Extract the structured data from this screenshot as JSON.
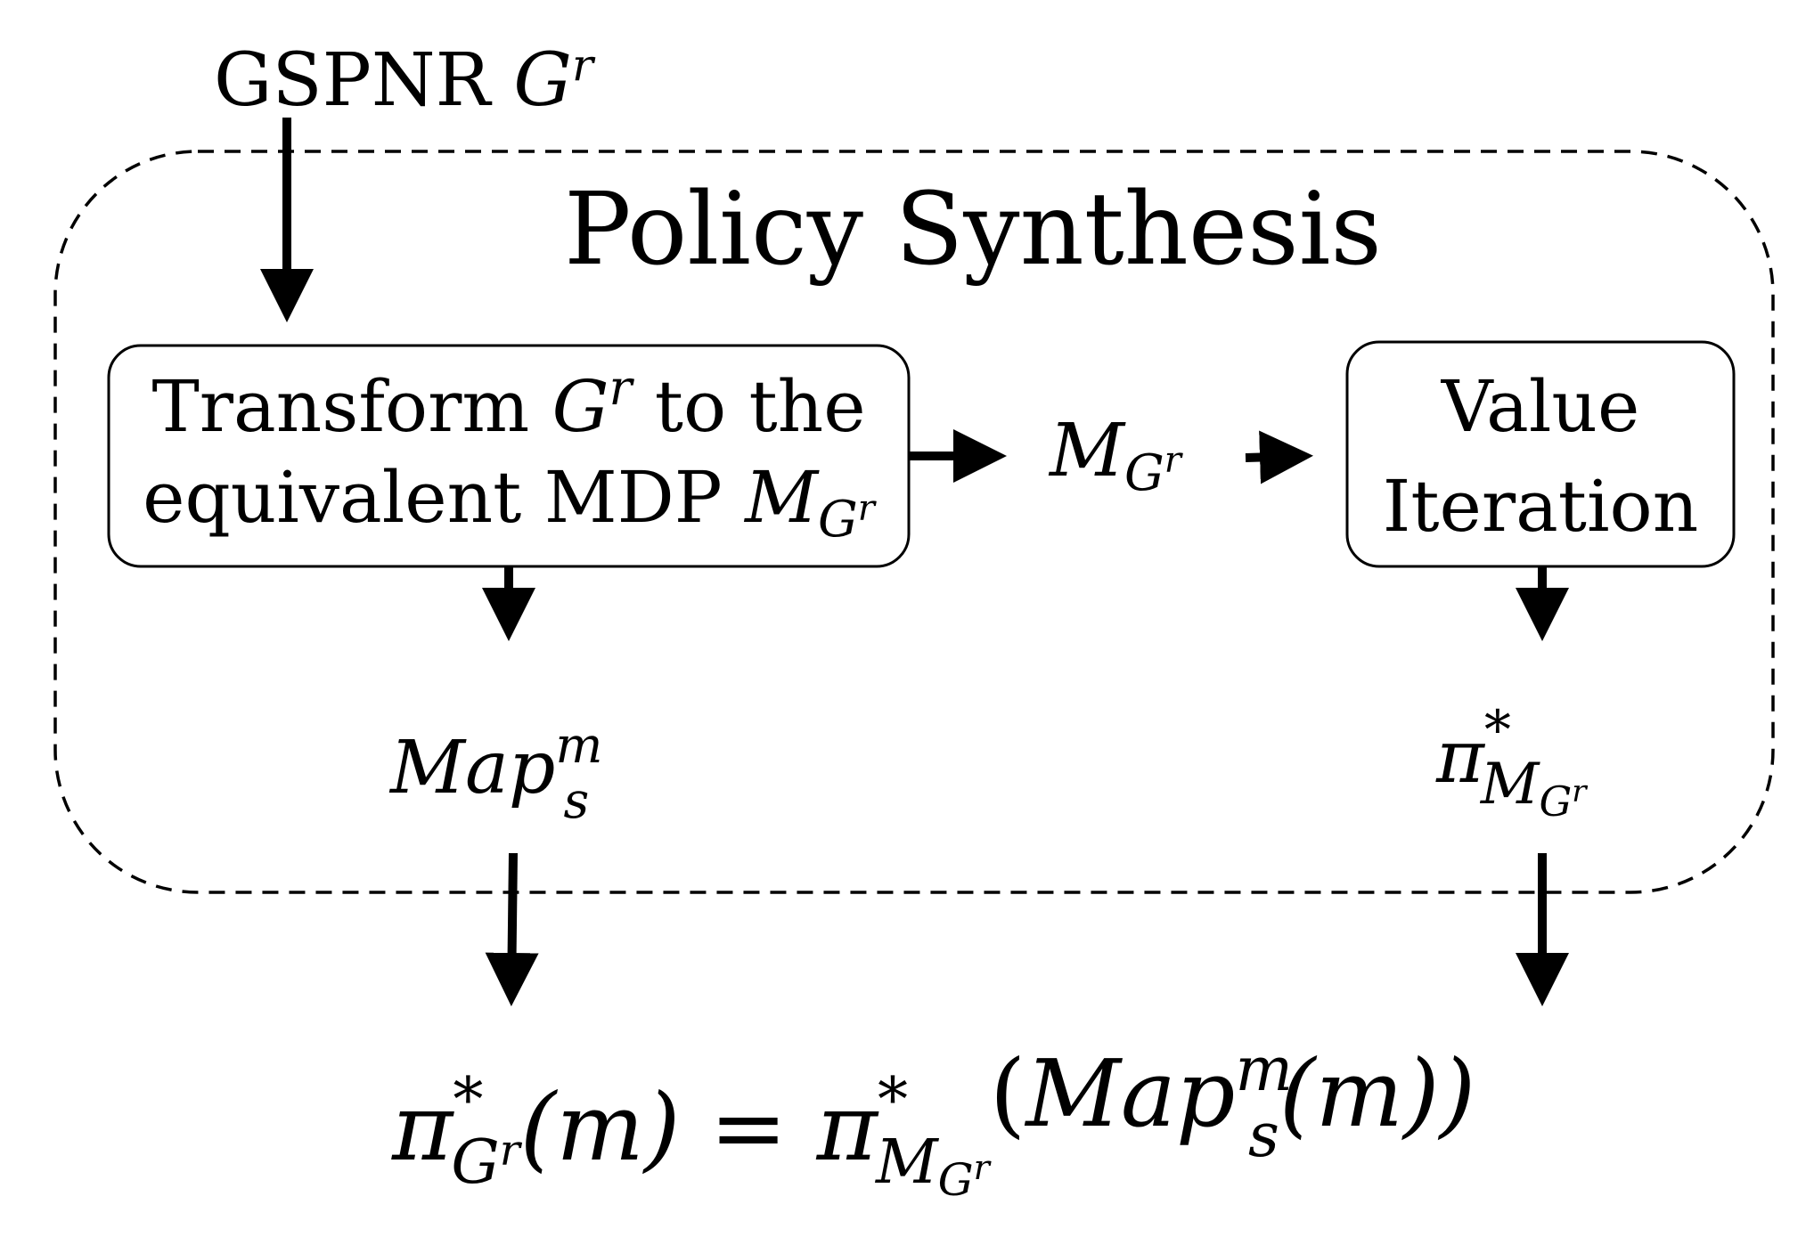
{
  "input": {
    "prefix": "GSPNR ",
    "symbol": "G",
    "sup": "r"
  },
  "container": {
    "title": "Policy Synthesis"
  },
  "transform_box": {
    "line1_a": "Transform ",
    "line1_sym": "G",
    "line1_sup": "r",
    "line1_b": " to the",
    "line2_a": "equivalent MDP ",
    "line2_sym": "M",
    "line2_sub": "G",
    "line2_subsup": "r"
  },
  "mdp_label": {
    "sym": "M",
    "sub": "G",
    "subsup": "r"
  },
  "vi_box": {
    "line1": "Value",
    "line2": "Iteration"
  },
  "map_label": {
    "sym": "Map",
    "sup": "m",
    "sub": "s"
  },
  "pi_label": {
    "sym": "π",
    "sup": "*",
    "sub": "M",
    "subsub": "G",
    "subsubsup": "r"
  },
  "formula": {
    "lhs_pi": "π",
    "lhs_sup": "*",
    "lhs_sub": "G",
    "lhs_subsup": "r",
    "lhs_arg": "(m)",
    "eq": " = ",
    "rhs_pi": "π",
    "rhs_sup": "*",
    "rhs_sub": "M",
    "rhs_subsub": "G",
    "rhs_subsubsup": "r",
    "rhs_open": "(",
    "rhs_map": "Map",
    "rhs_map_sup": "m",
    "rhs_map_sub": "s",
    "rhs_arg": "(m))"
  }
}
